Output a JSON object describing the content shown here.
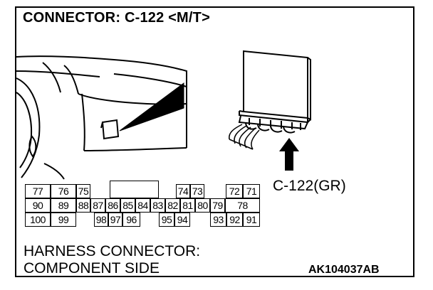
{
  "title": "CONNECTOR: C-122 <M/T>",
  "connector_label": "C-122(GR)",
  "caption": {
    "line1": "HARNESS CONNECTOR:",
    "line2": "COMPONENT SIDE"
  },
  "figure_code": "AK104037AB",
  "pins": {
    "row1": [
      "77",
      "76",
      "75",
      "74",
      "73",
      "72",
      "71"
    ],
    "row2": [
      "90",
      "89",
      "88",
      "87",
      "86",
      "85",
      "84",
      "83",
      "82",
      "81",
      "80",
      "79",
      "78"
    ],
    "row3": [
      "100",
      "99",
      "98",
      "97",
      "96",
      "95",
      "94",
      "93",
      "92",
      "91"
    ]
  }
}
